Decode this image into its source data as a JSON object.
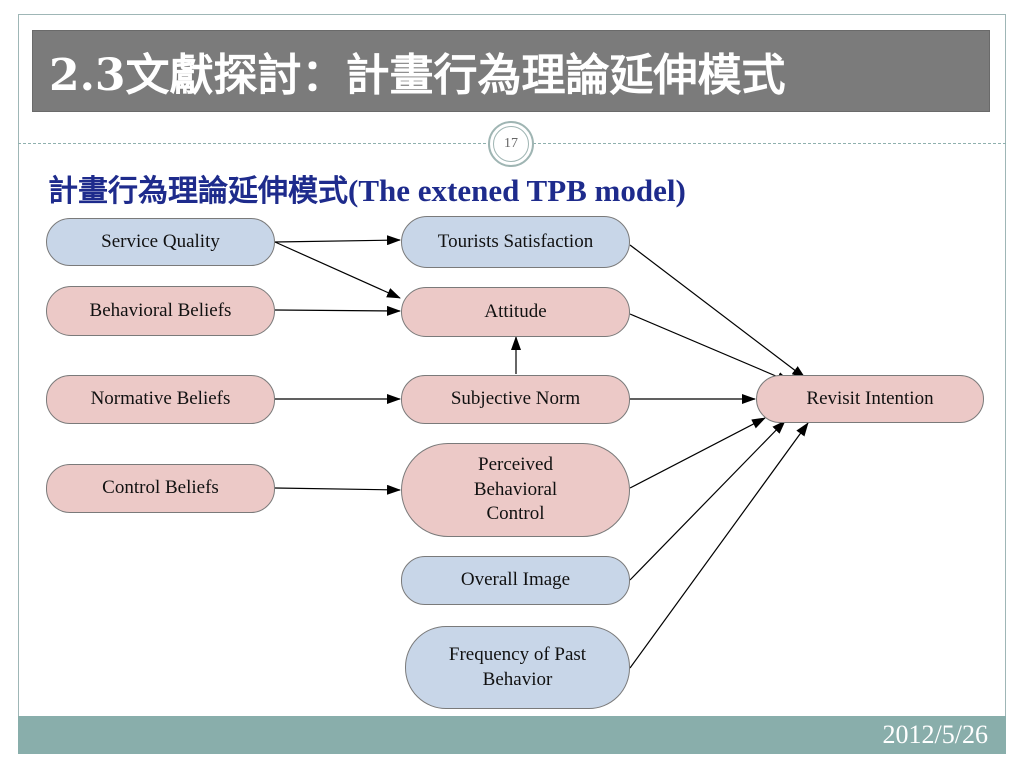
{
  "slide": {
    "title": "2.3文獻探討：計畫行為理論延伸模式",
    "page_number": "17",
    "subtitle_zh": "計畫行為理論延伸模式",
    "subtitle_en": "(The extened TPB model)",
    "date": "2012/5/26"
  },
  "diagram": {
    "nodes": {
      "service_quality": "Service Quality",
      "behavioral_beliefs": "Behavioral Beliefs",
      "normative_beliefs": "Normative Beliefs",
      "control_beliefs": "Control Beliefs",
      "tourists_satisfaction": "Tourists Satisfaction",
      "attitude": "Attitude",
      "subjective_norm": "Subjective Norm",
      "pbc_line1": "Perceived",
      "pbc_line2": "Behavioral",
      "pbc_line3": "Control",
      "overall_image": "Overall Image",
      "fpb_line1": "Frequency of Past",
      "fpb_line2": "Behavior",
      "revisit_intention": "Revisit Intention"
    },
    "colors": {
      "blue_node": "#c8d6e8",
      "pink_node": "#ecc9c7",
      "title_bar": "#7b7b7b",
      "footer_bar": "#89aeab",
      "subtitle": "#1e2b8c"
    }
  }
}
